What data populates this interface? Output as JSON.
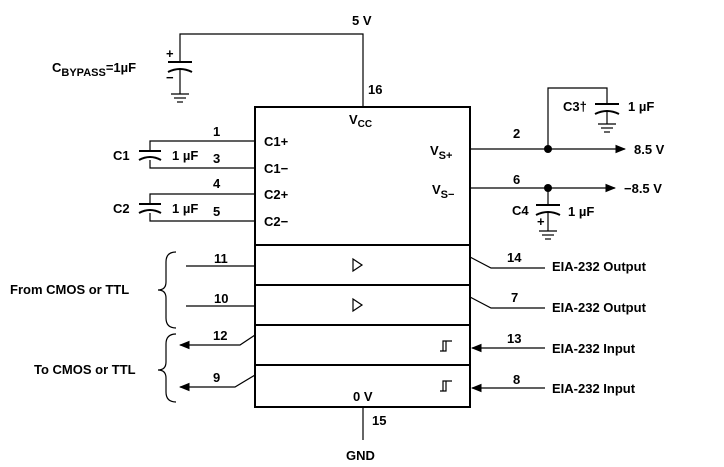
{
  "supply": {
    "vcc_voltage": "5 V",
    "vcc_pin": "16",
    "vcc_label": "V",
    "vcc_sub": "CC"
  },
  "bypass": {
    "name": "C",
    "name_sub": "BYPASS",
    "value": "=1µF",
    "plus": "+",
    "minus": "−"
  },
  "pump": [
    {
      "cap": "C1",
      "value": "1 µF",
      "pins": [
        "1",
        "3"
      ],
      "labels": [
        "C1+",
        "C1−"
      ]
    },
    {
      "cap": "C2",
      "value": "1 µF",
      "pins": [
        "4",
        "5"
      ],
      "labels": [
        "C2+",
        "C2−"
      ]
    }
  ],
  "vs_plus": {
    "pin": "2",
    "label": "V",
    "sub": "S+",
    "voltage": "8.5 V",
    "cap": "C3†",
    "cap_value": "1 µF"
  },
  "vs_minus": {
    "pin": "6",
    "label": "V",
    "sub": "S−",
    "voltage": "−8.5 V",
    "cap": "C4",
    "cap_value": "1 µF",
    "plus": "+"
  },
  "drivers": {
    "group_label": "From CMOS or TTL",
    "channels": [
      {
        "in_pin": "11",
        "out_pin": "14",
        "out_label": "EIA-232 Output"
      },
      {
        "in_pin": "10",
        "out_pin": "7",
        "out_label": "EIA-232 Output"
      }
    ]
  },
  "receivers": {
    "group_label": "To CMOS or TTL",
    "channels": [
      {
        "out_pin": "12",
        "in_pin": "13",
        "in_label": "EIA-232 Input"
      },
      {
        "out_pin": "9",
        "in_pin": "8",
        "in_label": "EIA-232 Input"
      }
    ]
  },
  "ground": {
    "label": "0 V",
    "pin": "15",
    "name": "GND"
  }
}
